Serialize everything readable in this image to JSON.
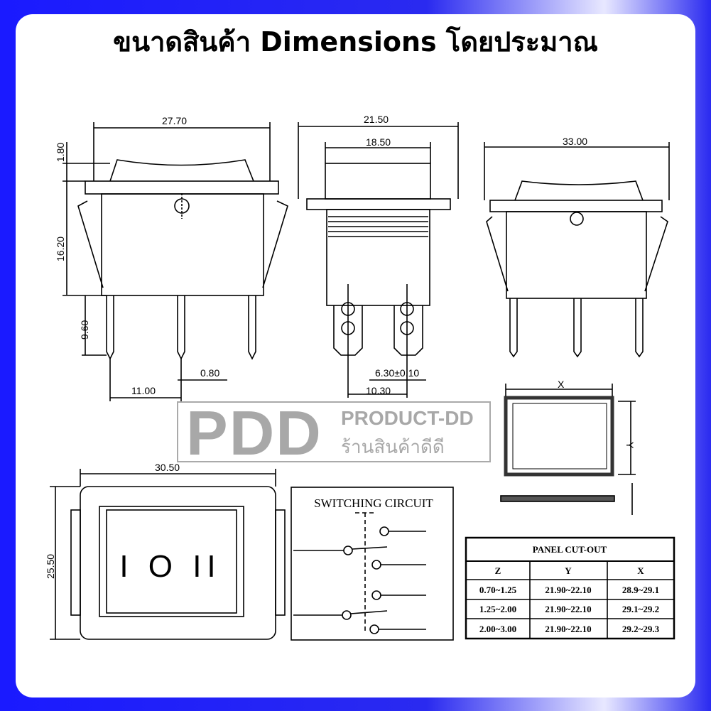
{
  "title": "ขนาดสินค้า Dimensions โดยประมาณ",
  "dimensions": {
    "front_width": "27.70",
    "top_height": "1.80",
    "body_height": "16.20",
    "pin_length": "9.60",
    "pin_spacing": "11.00",
    "pin_thickness": "0.80",
    "side_width": "21.50",
    "side_inner_width": "18.50",
    "pin_width": "6.30±0.10",
    "side_pin_spacing": "10.30",
    "back_width": "33.00",
    "top_width": "30.50",
    "top_height_view": "25.50"
  },
  "rocker_symbols": "I O II",
  "switching_circuit": {
    "title": "SWITCHING CIRCUIT"
  },
  "cutout": {
    "x_label": "X",
    "y_label": "Y"
  },
  "panel_table": {
    "title": "PANEL CUT-OUT",
    "headers": [
      "Z",
      "Y",
      "X"
    ],
    "rows": [
      [
        "0.70~1.25",
        "21.90~22.10",
        "28.9~29.1"
      ],
      [
        "1.25~2.00",
        "21.90~22.10",
        "29.1~29.2"
      ],
      [
        "2.00~3.00",
        "21.90~22.10",
        "29.2~29.3"
      ]
    ]
  },
  "watermark": {
    "logo": "PDD",
    "brand": "PRODUCT-DD",
    "tagline": "ร้านสินค้าดีดี"
  },
  "colors": {
    "frame": "#1a1aff",
    "ink": "#000000",
    "watermark": "#9a9a9a"
  }
}
